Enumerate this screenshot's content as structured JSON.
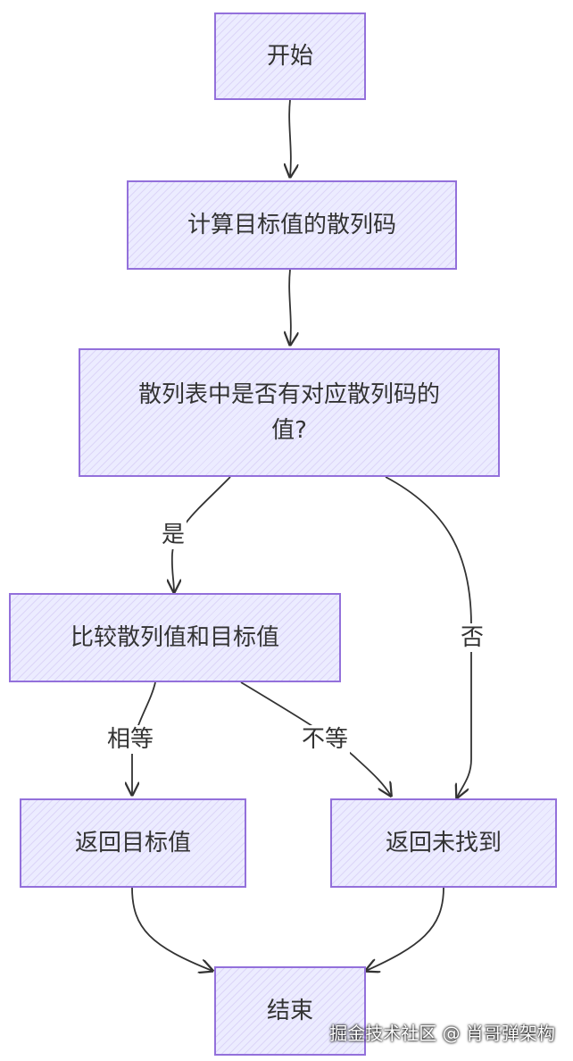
{
  "nodes": {
    "start": "开始",
    "compute_hash": "计算目标值的散列码",
    "has_value": "散列表中是否有对应散列码的值?",
    "compare": "比较散列值和目标值",
    "return_target": "返回目标值",
    "return_not_found": "返回未找到",
    "end": "结束"
  },
  "edge_labels": {
    "yes": "是",
    "no": "否",
    "equal": "相等",
    "not_equal": "不等"
  },
  "watermark": "掘金技术社区 @ 肖哥弹架构",
  "colors": {
    "node_fill": "#ECECFF",
    "node_border": "#9370DB",
    "edge": "#333333",
    "text": "#333333"
  }
}
